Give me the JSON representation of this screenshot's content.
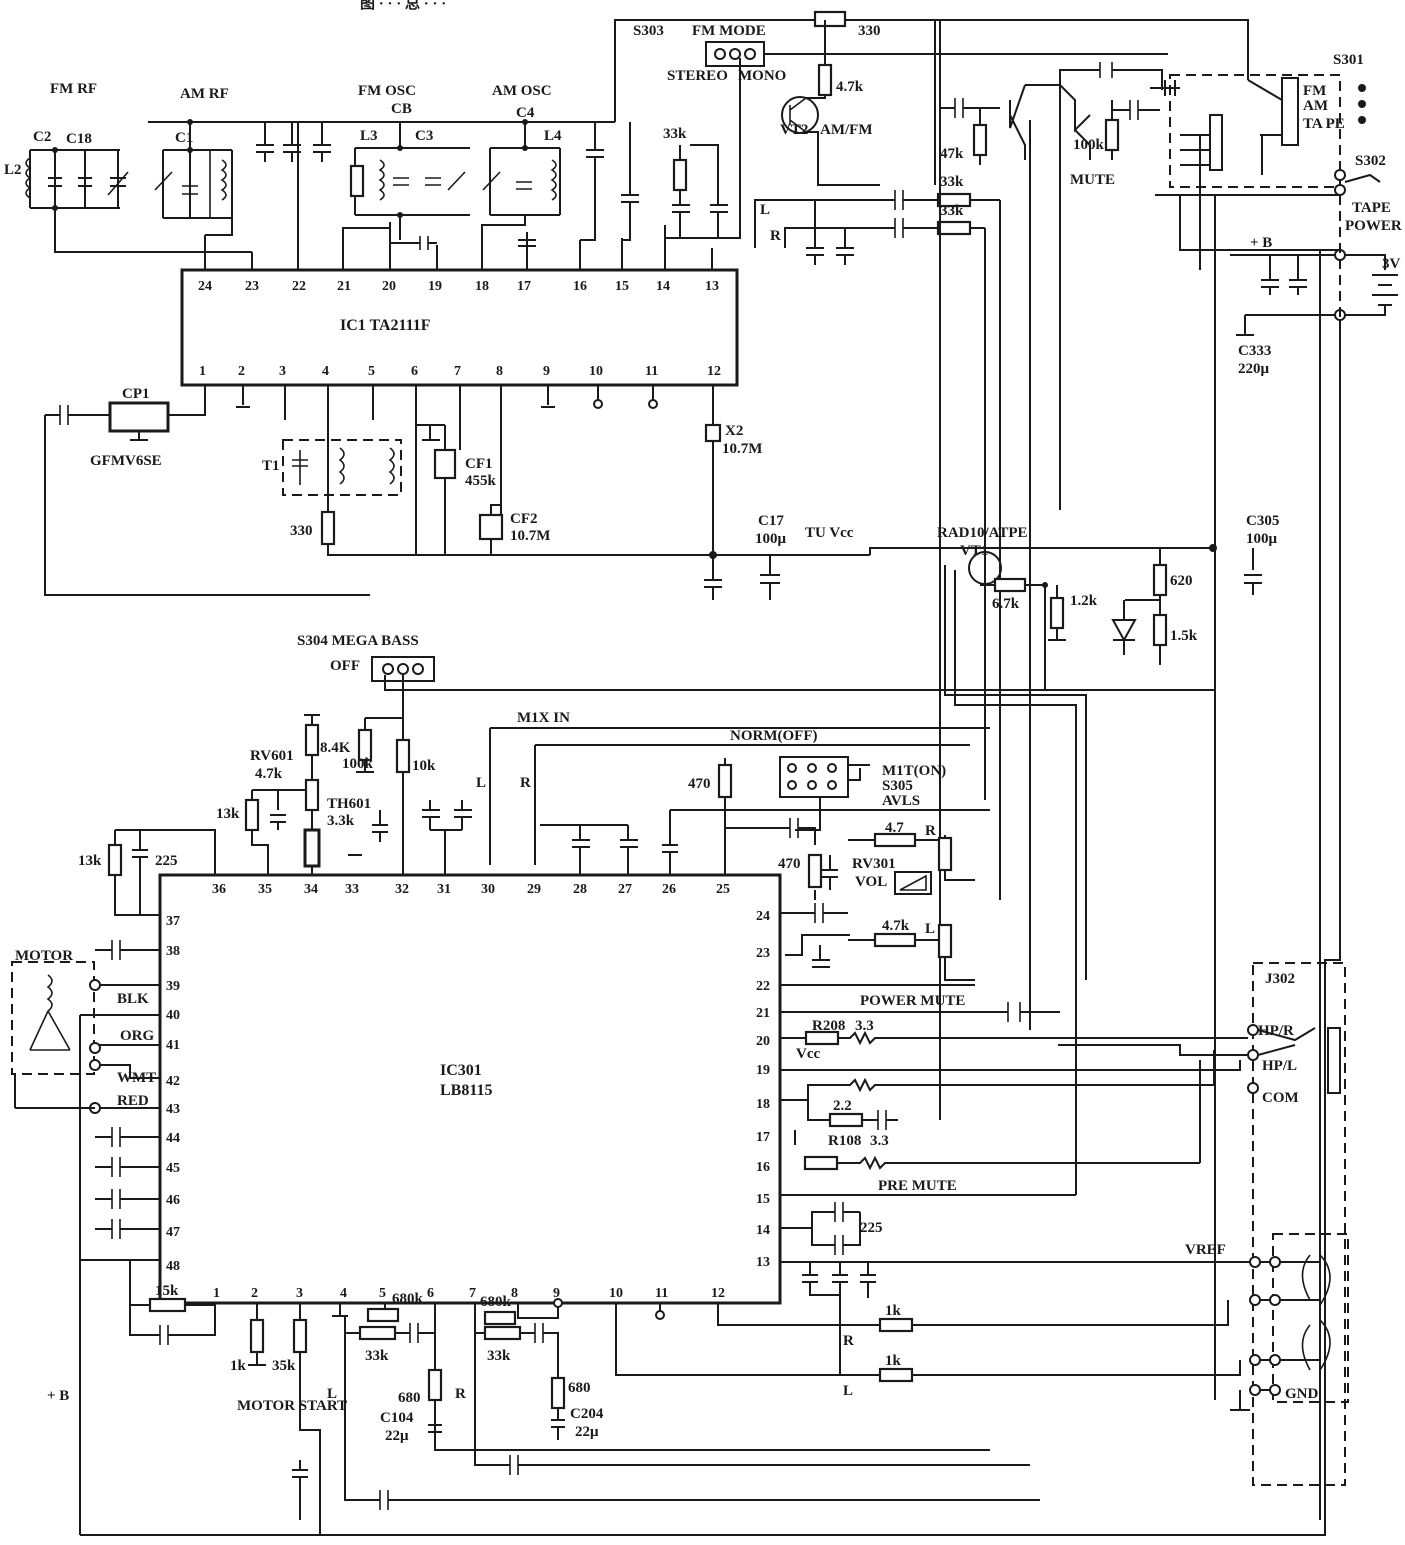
{
  "header": {
    "title": "图 · · · 总 · · ·"
  },
  "ic1": {
    "name": "IC1 TA2111F",
    "top_pins": [
      "24",
      "23",
      "22",
      "21",
      "20",
      "19",
      "18",
      "17",
      "16",
      "15",
      "14",
      "13"
    ],
    "bottom_pins": [
      "1",
      "2",
      "3",
      "4",
      "5",
      "6",
      "7",
      "8",
      "9",
      "10",
      "11",
      "12"
    ]
  },
  "ic301": {
    "name": "IC301",
    "part": "LB8115",
    "top_pins": [
      "36",
      "35",
      "34",
      "33",
      "32",
      "31",
      "30",
      "29",
      "28",
      "27",
      "26",
      "25"
    ],
    "left_pins": [
      "37",
      "38",
      "39",
      "40",
      "41",
      "42",
      "43",
      "44",
      "45",
      "46",
      "47",
      "48"
    ],
    "right_pins": [
      "24",
      "23",
      "22",
      "21",
      "20",
      "19",
      "18",
      "17",
      "16",
      "15",
      "14",
      "13"
    ],
    "bottom_pins": [
      "1",
      "2",
      "3",
      "4",
      "5",
      "6",
      "7",
      "8",
      "9",
      "10",
      "11",
      "12"
    ]
  },
  "sections": {
    "fm_rf": "FM RF",
    "am_rf": "AM RF",
    "fm_osc": "FM OSC",
    "am_osc": "AM OSC"
  },
  "components": {
    "c2": "C2",
    "c18": "C18",
    "l2": "L2",
    "c1": "C1",
    "cb": "CB",
    "l3": "L3",
    "c3": "C3",
    "c4": "C4",
    "l4": "L4",
    "cp1": "CP1",
    "gfmv": "GFMV6SE",
    "t1": "T1",
    "cf1": "CF1",
    "cf1_val": "455k",
    "cf2": "CF2",
    "cf2_val": "10.7M",
    "x2": "X2",
    "x2_val": "10.7M",
    "r330a": "330",
    "r330b": "330",
    "c17": "C17",
    "c17_val": "100μ",
    "tu_vcc": "TU  Vcc",
    "s303": "S303",
    "fm_mode": "FM MODE",
    "stereo": "STEREO",
    "mono": "MONO",
    "r47k": "4.7k",
    "vt2": "VT2",
    "amfm": "AM/FM",
    "r33k": "33k",
    "r33k_l": "33k",
    "r33k_r": "33k",
    "l_tag": "L",
    "r_tag": "R",
    "r47k_mute": "47k",
    "r100k": "100k",
    "mute": "MUTE",
    "s301": "S301",
    "fm": "FM",
    "am": "AM",
    "tape_pe": "TA PE",
    "s302": "S302",
    "tape": "TAPE",
    "power": "POWER",
    "plus_b": "+ B",
    "v3": "3V",
    "c333": "C333",
    "c333_val": "220μ",
    "c305": "C305",
    "c305_val": "100μ",
    "rad_tape": "RAD10/ATPE",
    "vt1": "VT1",
    "r67k": "6.7k",
    "r12k": "1.2k",
    "r620": "620",
    "r15k": "1.5k",
    "s304": "S304 MEGA BASS",
    "off": "OFF",
    "mix_in": "M1X IN",
    "r84k": "8.4K",
    "r100k_b": "100k",
    "r10k": "10k",
    "rv601": "RV601",
    "rv601_val": "4.7k",
    "r13k_a": "13k",
    "th601": "TH601",
    "th601_val": "3.3k",
    "r13k_b": "13k",
    "c225": "225",
    "norm": "NORM(OFF)",
    "mit": "M1T(ON)",
    "s305": "S305",
    "avls": "AVLS",
    "r470a": "470",
    "r470b": "470",
    "r47_r": "4.7",
    "r47k_l": "4.7k",
    "rv301": "RV301",
    "vol": "VOL",
    "power_mute": "POWER MUTE",
    "r208": "R208",
    "r33_a": "3.3",
    "vcc": "Vcc",
    "r22": "2.2",
    "r108": "R108",
    "r33_b": "3.3",
    "pre_mute": "PRE MUTE",
    "c225b": "225",
    "vref": "VREF",
    "j302": "J302",
    "hp_r": "HP/R",
    "hp_l": "HP/L",
    "com": "COM",
    "gnd": "GND",
    "r1k_a": "1k",
    "r1k_b": "1k",
    "motor": "MOTOR",
    "blk": "BLK",
    "org": "ORG",
    "wmt": "WMT",
    "red": "RED",
    "r15k_m": "15k",
    "r1k_m": "1k",
    "r35k": "35k",
    "motor_start": "MOTOR START",
    "plus_b2": "+ B",
    "r680k_a": "680k",
    "r33k_c": "33k",
    "r680_a": "680",
    "c104": "C104",
    "c104_val": "22μ",
    "r680k_b": "680k",
    "r33k_d": "33k",
    "r680_b": "680",
    "c204": "C204",
    "c204_val": "22μ"
  }
}
